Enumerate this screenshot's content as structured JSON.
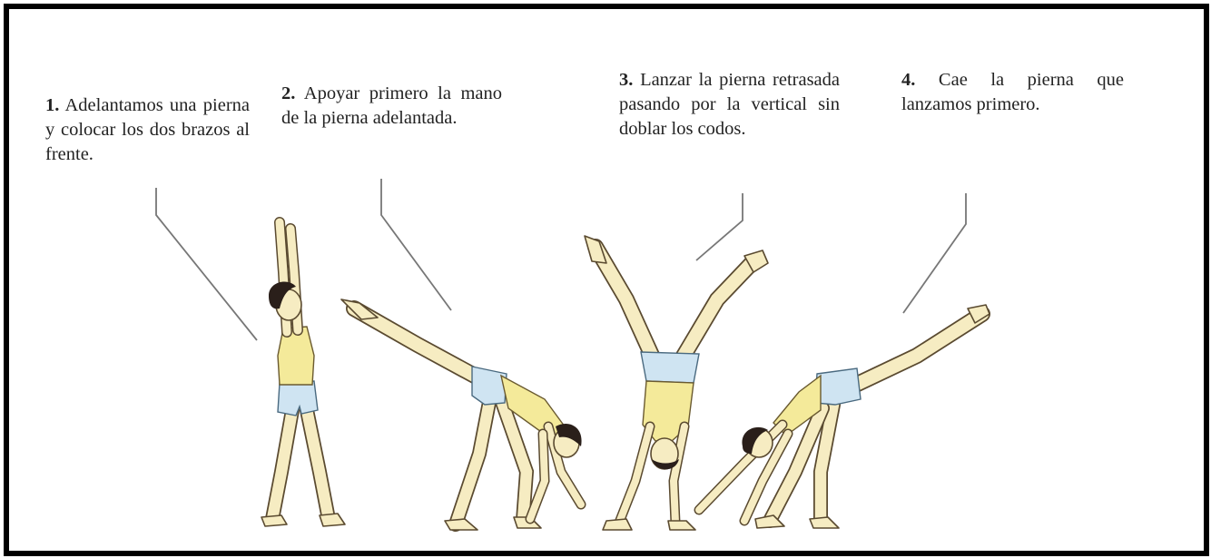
{
  "steps": [
    {
      "number": "1.",
      "text": "Adelantamos una pierna y colocar los dos brazos al frente."
    },
    {
      "number": "2.",
      "text": "Apoyar primero la mano de la pierna adelantada."
    },
    {
      "number": "3.",
      "text": "Lanzar la pierna retrasada pasando por la vertical sin doblar los codos."
    },
    {
      "number": "4.",
      "text": "Cae la pierna que lanzamos primero."
    }
  ],
  "colors": {
    "frame": "#000000",
    "skin": "#f6ecc2",
    "shirt": "#f4ea9a",
    "shorts": "#cfe4f2",
    "hair": "#2a1f1a",
    "leader_line": "#777777"
  }
}
